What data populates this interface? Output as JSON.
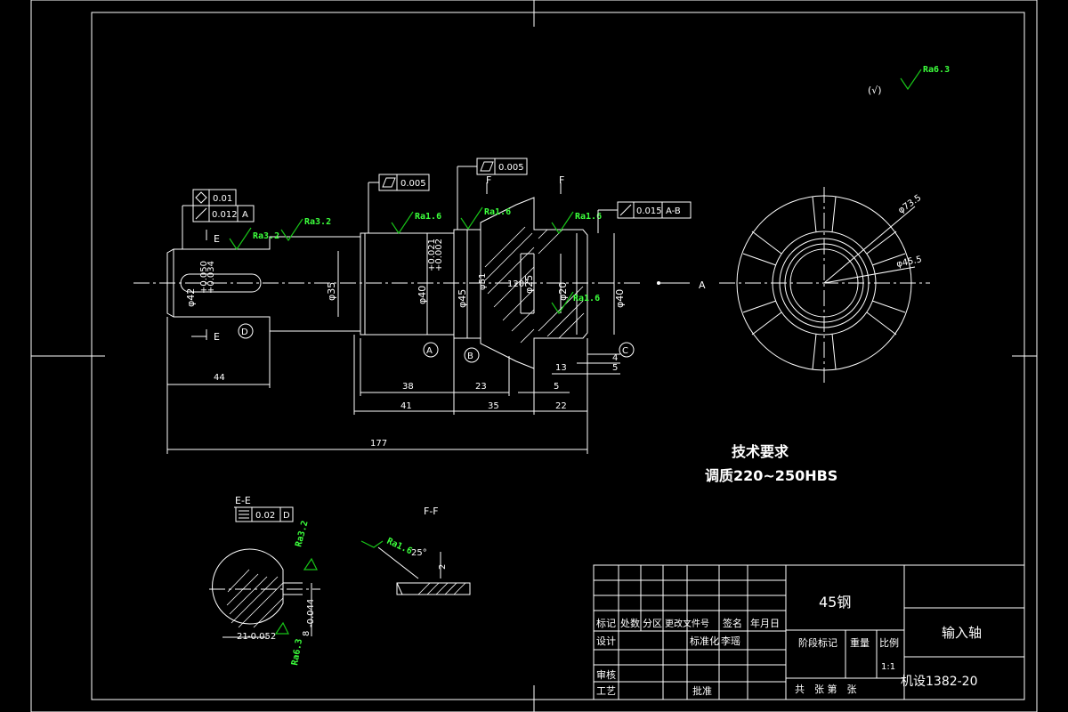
{
  "drawing": {
    "tech_req_title": "技术要求",
    "tech_req_text": "调质220~250HBS",
    "material": "45钢",
    "part_name": "输入轴",
    "drawing_no": "机设1382-20",
    "section_view_a": "A",
    "section_ee": "E-E",
    "section_ff": "F-F",
    "label_e1": "E",
    "label_e2": "E",
    "label_f1": "F",
    "label_f2": "F"
  },
  "roughness": {
    "top_right": "Ra6.3",
    "r1": "Ra3.2",
    "r2": "Ra3.2",
    "r3": "Ra1.6",
    "r4": "Ra1.6",
    "r5": "Ra1.6",
    "r6": "Ra1.6",
    "ee": "Ra3.2",
    "ee2": "Ra6.3",
    "ff": "Ra1.6"
  },
  "tolerances": {
    "t1_val": "0.01",
    "t2_val": "0.012",
    "t2_ref": "A",
    "t3_val": "0.005",
    "t4_val": "0.005",
    "t5_val": "0.015",
    "t5_ref": "A-B",
    "t6_val": "0.02",
    "t6_ref": "D"
  },
  "datums": {
    "a": "A",
    "b": "B",
    "c": "C",
    "d": "D"
  },
  "dimensions": {
    "d44": "44",
    "d38": "38",
    "d23": "23",
    "d5a": "5",
    "d41": "41",
    "d35": "35",
    "d22": "22",
    "d13": "13",
    "d5b": "5",
    "d4": "4",
    "d177": "177",
    "phi35": "φ35",
    "phi40": "φ40",
    "phi45": "φ45",
    "phi51": "φ51",
    "phi25": "φ25",
    "phi20": "φ20",
    "phi40b": "φ40",
    "phi42": "φ42",
    "circ1": "φ73.5",
    "circ2": "φ45.5",
    "tol_phi40a_up": "+0.021",
    "tol_phi40a_lo": "+0.002",
    "tol_phi42_up": "+0.050",
    "tol_phi42_lo": "+0.034",
    "ee_width": "21",
    "ee_tol": "-0.052",
    "ee_depth": "8",
    "ee_depth_tol": "-0.044",
    "ff_angle": "25°",
    "ff_2": "2",
    "angle120": "120°"
  },
  "title_block": {
    "h_mark": "标记",
    "h_count": "处数",
    "h_zone": "分区",
    "h_docno": "更改文件号",
    "h_sign": "签名",
    "h_date": "年月日",
    "design": "设计",
    "standard": "标准化",
    "standard_name": "李瑶",
    "review": "审核",
    "process": "工艺",
    "approve": "批准",
    "stage": "阶段标记",
    "weight": "重量",
    "scale": "比例",
    "scale_val": "1:1",
    "sheets": "共　张 第　张"
  }
}
